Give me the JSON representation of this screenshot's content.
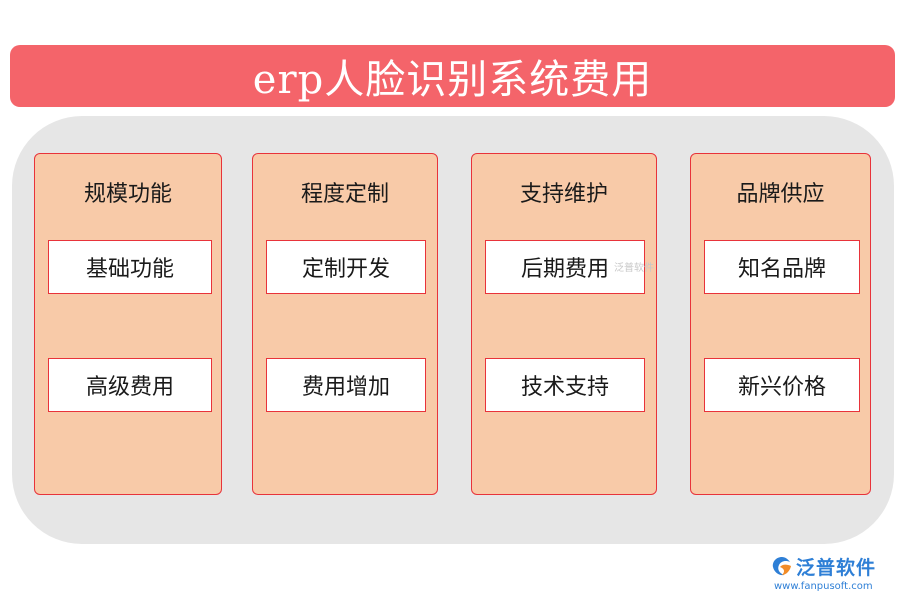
{
  "title": "erp人脸识别系统费用",
  "columns": [
    {
      "heading": "规模功能",
      "items": [
        "基础功能",
        "高级费用"
      ]
    },
    {
      "heading": "程度定制",
      "items": [
        "定制开发",
        "费用增加"
      ]
    },
    {
      "heading": "支持维护",
      "items": [
        "后期费用",
        "技术支持"
      ]
    },
    {
      "heading": "品牌供应",
      "items": [
        "知名品牌",
        "新兴价格"
      ]
    }
  ],
  "watermark": "泛普软件",
  "logo": {
    "name": "泛普软件",
    "url": "www.fanpusoft.com"
  },
  "colors": {
    "title_bar": "#f4646a",
    "panel": "#e6e6e6",
    "column_fill": "#f8caa8",
    "border": "#e8333a",
    "logo": "#2e7fd6"
  }
}
